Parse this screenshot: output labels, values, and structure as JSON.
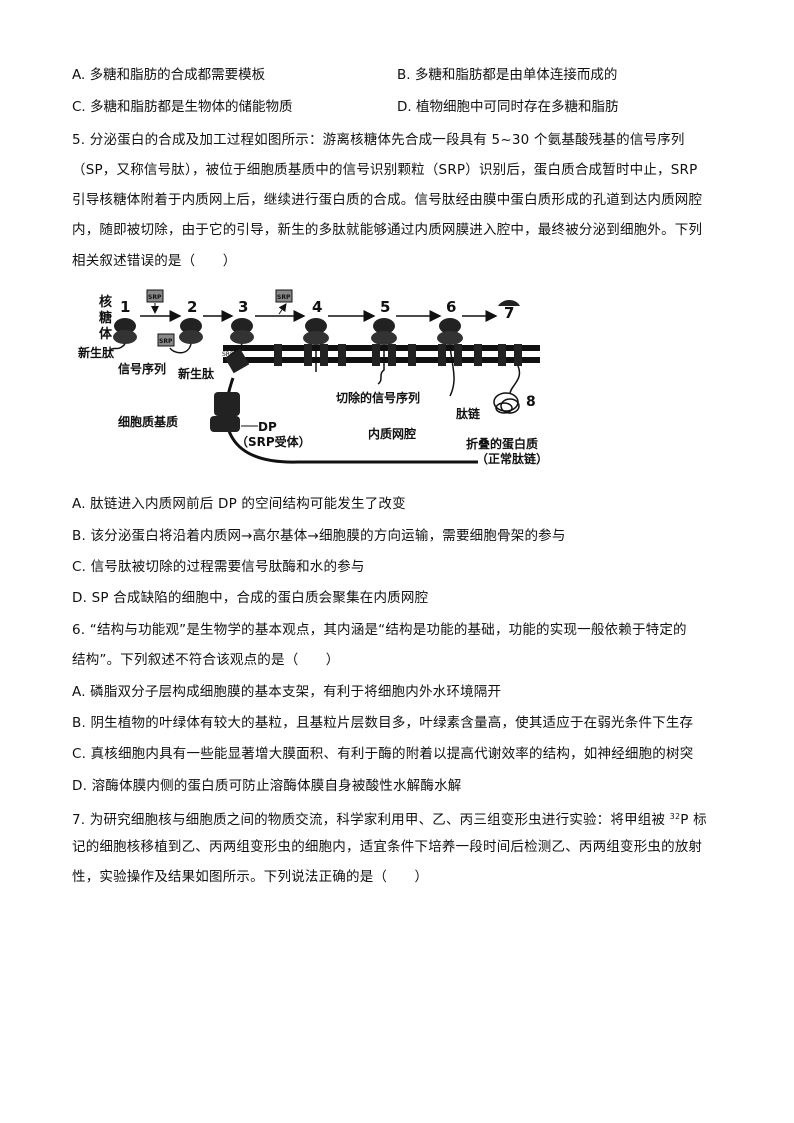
{
  "q4": {
    "options": [
      {
        "label": "A.",
        "text": "多糖和脂肪的合成都需要模板"
      },
      {
        "label": "B.",
        "text": "多糖和脂肪都是由单体连接而成的"
      },
      {
        "label": "C.",
        "text": "多糖和脂肪都是生物体的储能物质"
      },
      {
        "label": "D.",
        "text": "植物细胞中可同时存在多糖和脂肪"
      }
    ]
  },
  "q5": {
    "stem_lines": [
      "5. 分泌蛋白的合成及加工过程如图所示：游离核糖体先合成一段具有 5~30 个氨基酸残基的信号序列",
      "（SP，又称信号肽），被位于细胞质基质中的信号识别颗粒（SRP）识别后，蛋白质合成暂时中止，SRP",
      "引导核糖体附着于内质网上后，继续进行蛋白质的合成。信号肽经由膜中蛋白质形成的孔道到达内质网腔",
      "内，随即被切除，由于它的引导，新生的多肽就能够通过内质网膜进入腔中，最终被分泌到细胞外。下列",
      "相关叙述错误的是（　　）"
    ],
    "figure": {
      "ribosome_label": [
        "核",
        "糖",
        "体"
      ],
      "steps": [
        "1",
        "2",
        "3",
        "4",
        "5",
        "6",
        "7",
        "8"
      ],
      "srp_tag": "SRP",
      "labels": {
        "nascent_peptide_1": "新生肽",
        "signal_sequence": "信号序列",
        "nascent_peptide_2": "新生肽",
        "cytoplasm": "细胞质基质",
        "dp": "DP",
        "dp_note": "（SRP受体）",
        "cleaved_signal": "切除的信号序列",
        "er_lumen": "内质网腔",
        "peptide_chain": "肽链",
        "folded_protein": "折叠的蛋白质",
        "folded_note": "（正常肽链）"
      }
    },
    "options": [
      "A.  肽链进入内质网前后 DP 的空间结构可能发生了改变",
      "B.  该分泌蛋白将沿着内质网→高尔基体→细胞膜的方向运输，需要细胞骨架的参与",
      "C.  信号肽被切除的过程需要信号肽酶和水的参与",
      "D. SP 合成缺陷的细胞中，合成的蛋白质会聚集在内质网腔"
    ]
  },
  "q6": {
    "stem_lines": [
      "6. “结构与功能观”是生物学的基本观点，其内涵是“结构是功能的基础，功能的实现一般依赖于特定的",
      "结构”。下列叙述不符合该观点的是（　　）"
    ],
    "options": [
      "A.  磷脂双分子层构成细胞膜的基本支架，有利于将细胞内外水环境隔开",
      "B.  阴生植物的叶绿体有较大的基粒，且基粒片层数目多，叶绿素含量高，使其适应于在弱光条件下生存",
      "C.  真核细胞内具有一些能显著增大膜面积、有利于酶的附着以提高代谢效率的结构，如神经细胞的树突",
      "D.  溶酶体膜内侧的蛋白质可防止溶酶体膜自身被酸性水解酶水解"
    ]
  },
  "q7": {
    "line1_before": "7. 为研究细胞核与细胞质之间的物质交流，科学家利用甲、乙、丙三组变形虫进行实验：将甲组被 ",
    "isotope_mass": "32",
    "line1_after": "P 标",
    "stem_lines": [
      "记的细胞核移植到乙、丙两组变形虫的细胞内，适宜条件下培养一段时间后检测乙、丙两组变形虫的放射",
      "性，实验操作及结果如图所示。下列说法正确的是（　　）"
    ]
  }
}
